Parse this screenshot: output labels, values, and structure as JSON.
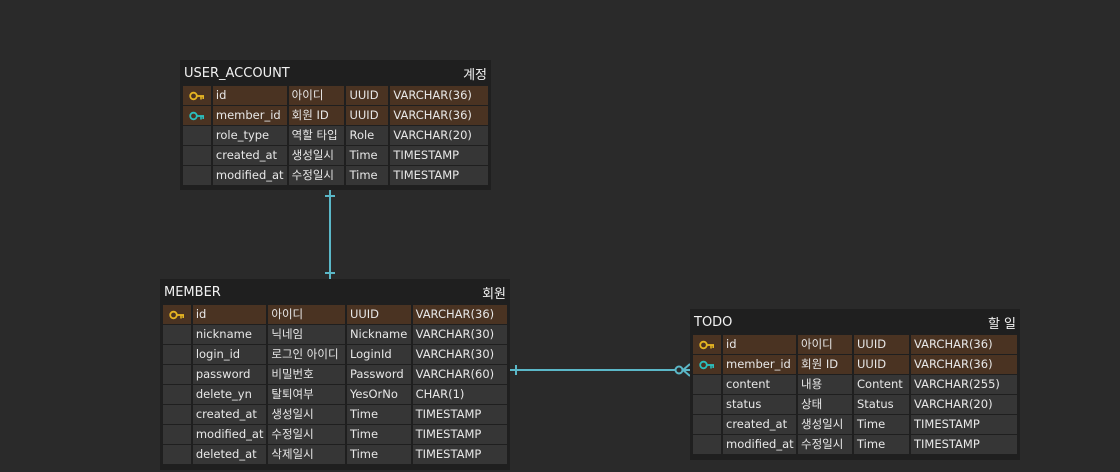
{
  "tables": {
    "user_account": {
      "name": "USER_ACCOUNT",
      "label": "계정",
      "rows": [
        {
          "key": "pk",
          "col": "id",
          "korean": "아이디",
          "domain": "UUID",
          "type": "VARCHAR(36)"
        },
        {
          "key": "fk",
          "col": "member_id",
          "korean": "회원 ID",
          "domain": "UUID",
          "type": "VARCHAR(36)"
        },
        {
          "key": "",
          "col": "role_type",
          "korean": "역할 타입",
          "domain": "Role",
          "type": "VARCHAR(20)"
        },
        {
          "key": "",
          "col": "created_at",
          "korean": "생성일시",
          "domain": "Time",
          "type": "TIMESTAMP"
        },
        {
          "key": "",
          "col": "modified_at",
          "korean": "수정일시",
          "domain": "Time",
          "type": "TIMESTAMP"
        }
      ]
    },
    "member": {
      "name": "MEMBER",
      "label": "회원",
      "rows": [
        {
          "key": "pk",
          "col": "id",
          "korean": "아이디",
          "domain": "UUID",
          "type": "VARCHAR(36)"
        },
        {
          "key": "",
          "col": "nickname",
          "korean": "닉네임",
          "domain": "Nickname",
          "type": "VARCHAR(30)"
        },
        {
          "key": "",
          "col": "login_id",
          "korean": "로그인 아이디",
          "domain": "LoginId",
          "type": "VARCHAR(30)"
        },
        {
          "key": "",
          "col": "password",
          "korean": "비밀번호",
          "domain": "Password",
          "type": "VARCHAR(60)"
        },
        {
          "key": "",
          "col": "delete_yn",
          "korean": "탈퇴여부",
          "domain": "YesOrNo",
          "type": "CHAR(1)"
        },
        {
          "key": "",
          "col": "created_at",
          "korean": "생성일시",
          "domain": "Time",
          "type": "TIMESTAMP"
        },
        {
          "key": "",
          "col": "modified_at",
          "korean": "수정일시",
          "domain": "Time",
          "type": "TIMESTAMP"
        },
        {
          "key": "",
          "col": "deleted_at",
          "korean": "삭제일시",
          "domain": "Time",
          "type": "TIMESTAMP"
        }
      ]
    },
    "todo": {
      "name": "TODO",
      "label": "할 일",
      "rows": [
        {
          "key": "pk",
          "col": "id",
          "korean": "아이디",
          "domain": "UUID",
          "type": "VARCHAR(36)"
        },
        {
          "key": "fk",
          "col": "member_id",
          "korean": "회원 ID",
          "domain": "UUID",
          "type": "VARCHAR(36)"
        },
        {
          "key": "",
          "col": "content",
          "korean": "내용",
          "domain": "Content",
          "type": "VARCHAR(255)"
        },
        {
          "key": "",
          "col": "status",
          "korean": "상태",
          "domain": "Status",
          "type": "VARCHAR(20)"
        },
        {
          "key": "",
          "col": "created_at",
          "korean": "생성일시",
          "domain": "Time",
          "type": "TIMESTAMP"
        },
        {
          "key": "",
          "col": "modified_at",
          "korean": "수정일시",
          "domain": "Time",
          "type": "TIMESTAMP"
        }
      ]
    }
  },
  "colors": {
    "background": "#2a2a2a",
    "table_bg": "#1f1f1f",
    "cell_bg": "#363636",
    "key_row_bg": "#4a3322",
    "primary_key_icon": "#e6b422",
    "foreign_key_icon": "#2bbfbf",
    "relation_line": "#5bb8c8"
  },
  "icons": {
    "pk": "primary-key-icon",
    "fk": "foreign-key-icon"
  }
}
